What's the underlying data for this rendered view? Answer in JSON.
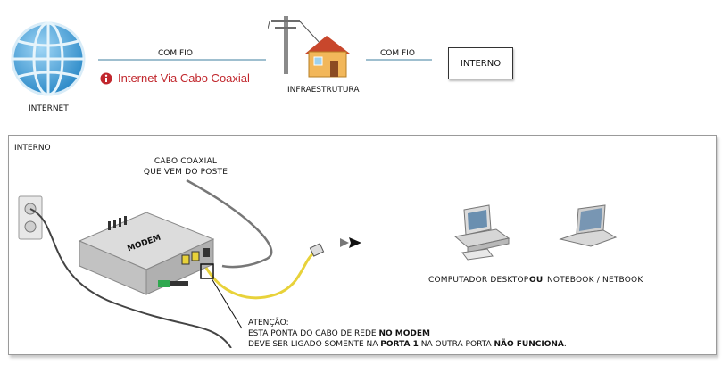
{
  "top": {
    "internet_label": "INTERNET",
    "com_fio_1": "COM FIO",
    "cabo_link": "Internet Via Cabo Coaxial",
    "infra_label": "INFRAESTRUTURA",
    "com_fio_2": "COM FIO",
    "interno_box": "INTERNO"
  },
  "panel": {
    "title": "INTERNO",
    "cabo_line1": "CABO COAXIAL",
    "cabo_line2": "QUE VEM DO POSTE",
    "modem_label": "MODEM",
    "desktop_label": "COMPUTADOR DESKTOP",
    "ou_label": "OU",
    "notebook_label": "NOTEBOOK / NETBOOK",
    "warning": {
      "title": "ATENÇÃO:",
      "line2_a": "ESTA PONTA DO CABO DE REDE ",
      "line2_b": "NO MODEM",
      "line3_a": "DEVE SER LIGADO SOMENTE NA ",
      "line3_b": "PORTA 1",
      "line3_c": " NA OUTRA PORTA ",
      "line3_d": "NÃO FUNCIONA",
      "line3_e": "."
    }
  },
  "colors": {
    "globe": "#4fa3d9",
    "link_red": "#c1272d",
    "house_roof": "#c8472c",
    "house_wall": "#f2b75a",
    "cable_yellow": "#e8d23a",
    "plug_green": "#2fa84f"
  },
  "icons": {
    "globe": "globe-icon",
    "info": "info-icon",
    "pole_house": "pole-house-icon",
    "modem": "modem-icon",
    "outlet": "power-outlet-icon",
    "desktop": "desktop-computer-icon",
    "notebook": "notebook-icon",
    "arrow": "right-arrow-icon"
  }
}
